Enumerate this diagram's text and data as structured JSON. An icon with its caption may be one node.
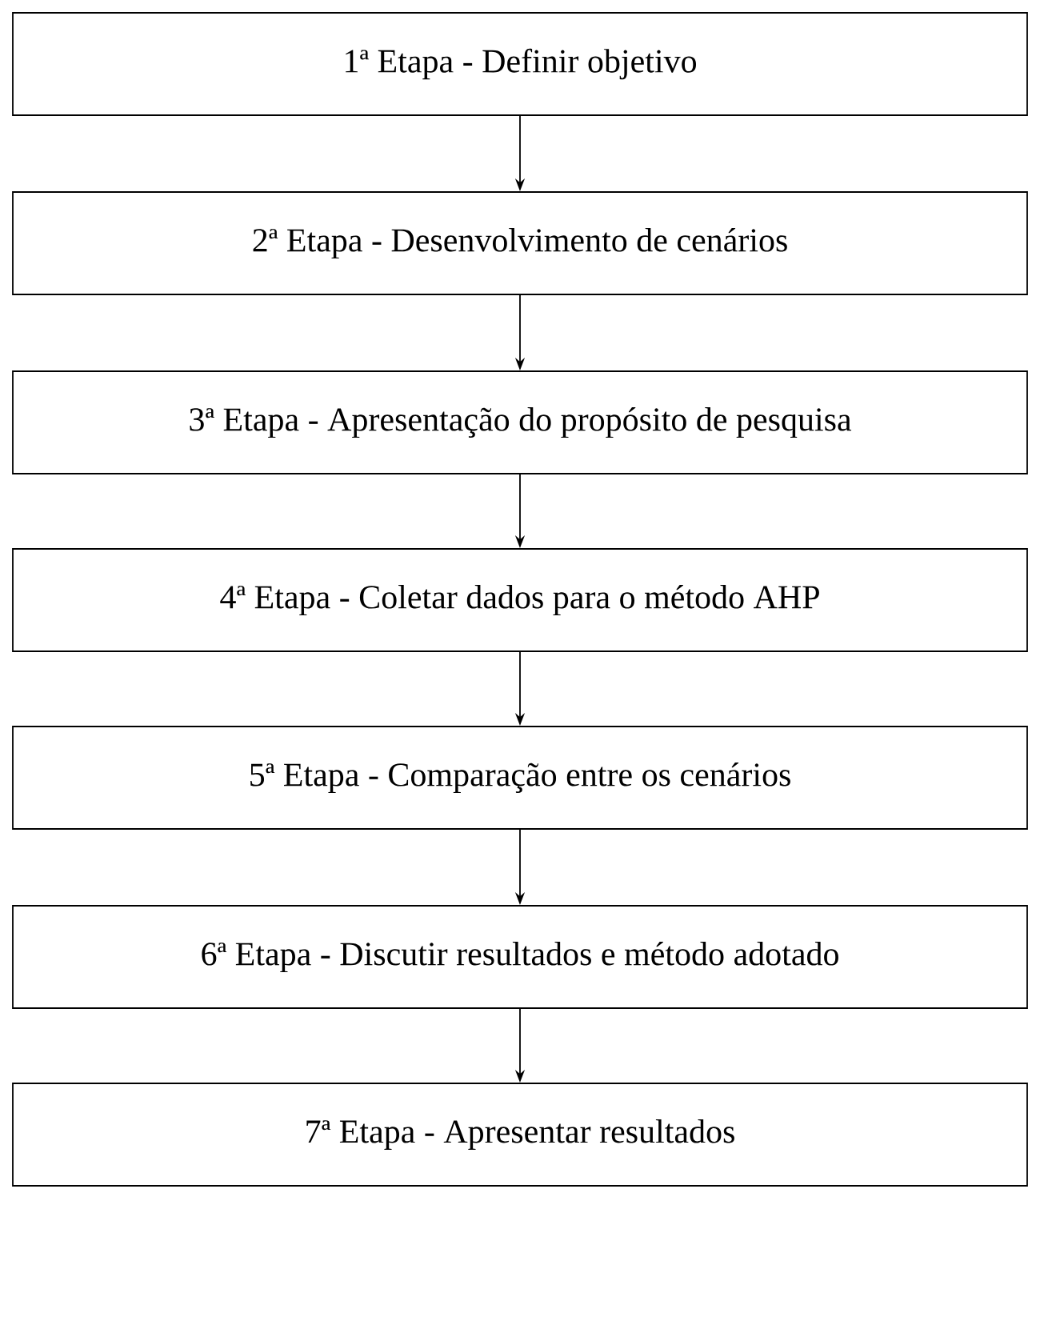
{
  "diagram": {
    "nodes": [
      {
        "text": [
          "1ª Etapa - Definir objetivo"
        ]
      },
      {
        "text": [
          "2ª Etapa - Desenvolvimento de cenários"
        ]
      },
      {
        "text": [
          "3ª Etapa - Apresentação do propósito de pesquisa"
        ]
      },
      {
        "text": [
          "4ª Etapa - Coletar dados para o método AHP"
        ]
      },
      {
        "text": [
          "5ª Etapa - Comparação entre os cenários"
        ]
      },
      {
        "text": [
          "6ª Etapa - Discutir resultados e método adotado"
        ]
      },
      {
        "text": [
          "7ª Etapa - Apresentar resultados"
        ]
      }
    ],
    "edges": [
      {
        "from": 0,
        "to": 1,
        "arrow": "to"
      },
      {
        "from": 1,
        "to": 2,
        "arrow": "to"
      },
      {
        "from": 2,
        "to": 3,
        "arrow": "to"
      },
      {
        "from": 3,
        "to": 4,
        "arrow": "to"
      },
      {
        "from": 4,
        "to": 5,
        "arrow": "to"
      },
      {
        "from": 5,
        "to": 6,
        "arrow": "to"
      }
    ]
  }
}
